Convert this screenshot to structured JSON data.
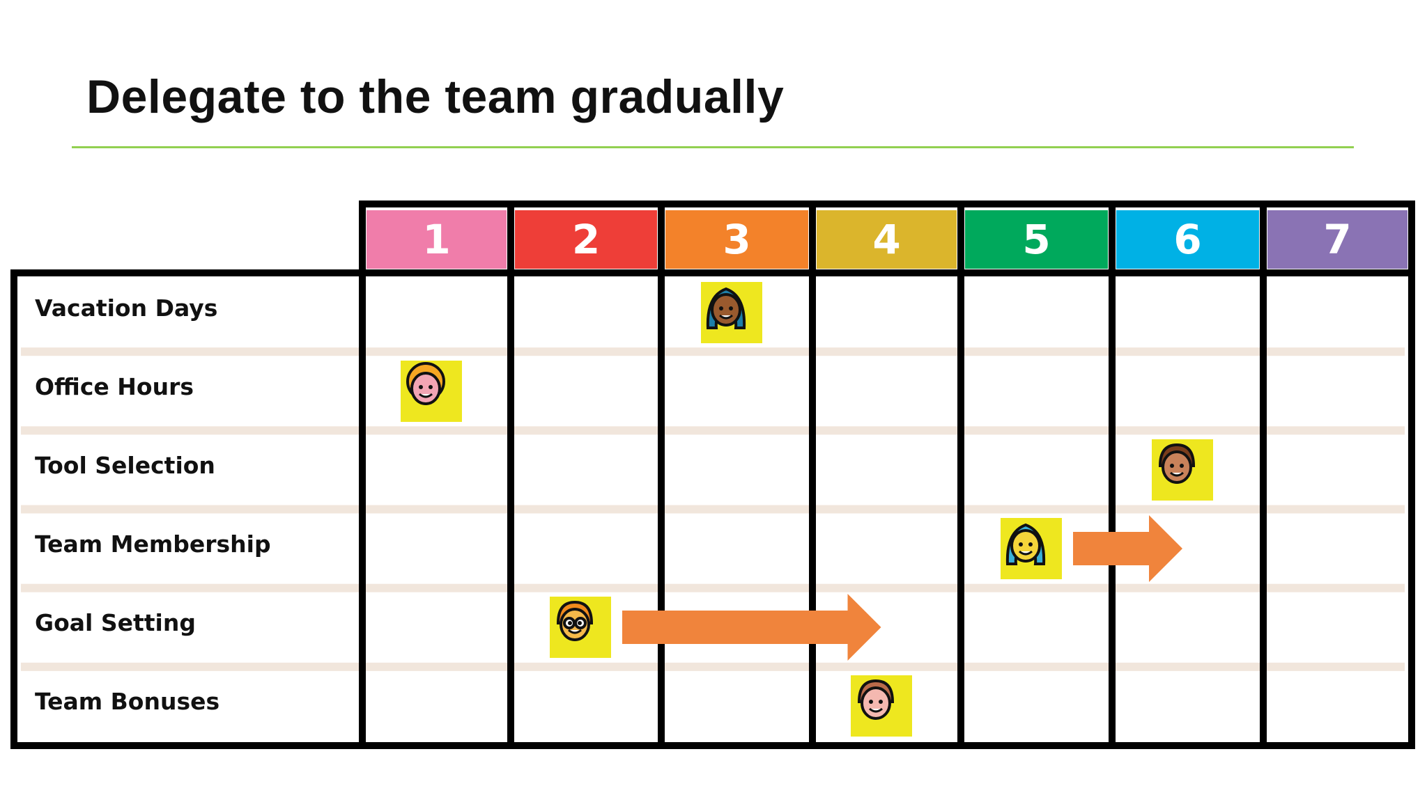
{
  "title": "Delegate to the team gradually",
  "colors": {
    "title_rule": "#92d050",
    "grid_border": "#000000",
    "row_separator": "#f1e6dc",
    "arrow": "#f0843c",
    "badge_bg": "#eee71f",
    "levels": [
      "#f07daa",
      "#ee3e38",
      "#f3822a",
      "#dbb52c",
      "#00a95c",
      "#00b1e5",
      "#8a73b4"
    ]
  },
  "columns": [
    "1",
    "2",
    "3",
    "4",
    "5",
    "6",
    "7"
  ],
  "rows": [
    "Vacation Days",
    "Office Hours",
    "Tool Selection",
    "Team Membership",
    "Goal Setting",
    "Team Bonuses"
  ],
  "assignments": [
    {
      "row": "Vacation Days",
      "level": 3,
      "icon": "person-long-hair-dark-icon"
    },
    {
      "row": "Office Hours",
      "level": 1,
      "icon": "person-curly-hair-icon"
    },
    {
      "row": "Tool Selection",
      "level": 6,
      "icon": "person-smiling-icon"
    },
    {
      "row": "Team Membership",
      "level": 5,
      "icon": "person-long-hair-blue-icon",
      "arrow_to": 6
    },
    {
      "row": "Goal Setting",
      "level": 2,
      "icon": "person-glasses-icon",
      "arrow_to": 4
    },
    {
      "row": "Team Bonuses",
      "level": 4,
      "icon": "person-side-hair-icon"
    }
  ]
}
